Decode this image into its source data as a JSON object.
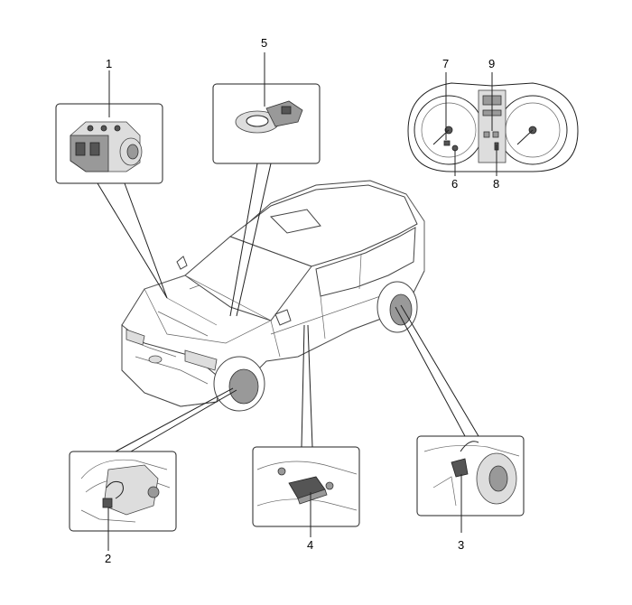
{
  "callouts": {
    "c1": "1",
    "c2": "2",
    "c3": "3",
    "c4": "4",
    "c5": "5",
    "c6": "6",
    "c7": "7",
    "c8": "8",
    "c9": "9"
  },
  "icons": {
    "car": "sedan-vehicle-icon",
    "abs_unit": "abs-hydraulic-unit-icon",
    "wheel_sensor": "wheel-speed-sensor-icon",
    "steering_sensor": "steering-angle-sensor-icon",
    "yaw_sensor": "yaw-rate-sensor-icon",
    "cluster": "instrument-cluster-icon"
  }
}
